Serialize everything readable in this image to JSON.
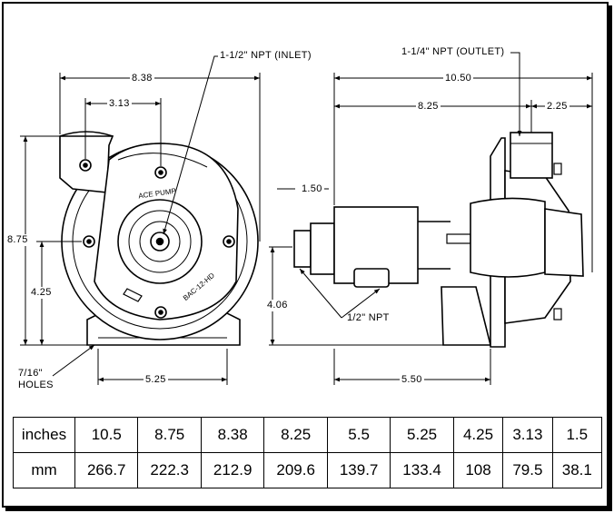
{
  "labels": {
    "inlet": "1-1/2\" NPT (INLET)",
    "outlet": "1-1/4\" NPT (OUTLET)",
    "half_npt": "1/2\" NPT",
    "holes_line1": "7/16\"",
    "holes_line2": "HOLES",
    "brand": "ACE PUMP",
    "model": "BAC-12-HD"
  },
  "dimensions": {
    "width_total": "8.38",
    "inlet_offset": "3.13",
    "height_total": "8.75",
    "inlet_height": "4.25",
    "base_width": "5.25",
    "length_total": "10.50",
    "length_inlet": "8.25",
    "outlet_offset": "2.25",
    "outlet_top": "1.50",
    "shaft_height": "4.06",
    "base_length": "5.50"
  },
  "table": {
    "rows": [
      {
        "unit": "inches",
        "values": [
          "10.5",
          "8.75",
          "8.38",
          "8.25",
          "5.5",
          "5.25",
          "4.25",
          "3.13",
          "1.5"
        ]
      },
      {
        "unit": "mm",
        "values": [
          "266.7",
          "222.3",
          "212.9",
          "209.6",
          "139.7",
          "133.4",
          "108",
          "79.5",
          "38.1"
        ]
      }
    ]
  }
}
